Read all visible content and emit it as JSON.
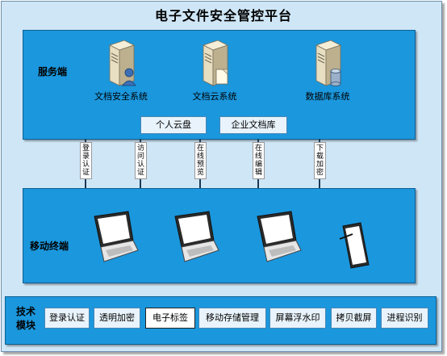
{
  "title": "电子文件安全管控平台",
  "server_panel": {
    "label": "服务端",
    "nodes": [
      {
        "label": "文档安全系统",
        "icon": "server-user-icon"
      },
      {
        "label": "文档云系统",
        "icon": "server-document-icon"
      },
      {
        "label": "数据库系统",
        "icon": "server-database-icon"
      }
    ],
    "sub_buttons": [
      "个人云盘",
      "企业文档库"
    ]
  },
  "connectors": [
    "登录认证",
    "访问认证",
    "在线预览",
    "在线编辑",
    "下载加密"
  ],
  "mobile_panel": {
    "label": "移动终端",
    "devices": [
      "laptop-icon",
      "laptop-icon",
      "laptop-icon",
      "tablet-icon"
    ]
  },
  "tech_panel": {
    "label": "技术模块",
    "items": [
      "登录认证",
      "透明加密",
      "电子标签",
      "移动存储管理",
      "屏幕浮水印",
      "拷贝截屏",
      "进程识别"
    ]
  },
  "colors": {
    "panel": "#1b97dd",
    "background": "#cfe6f6",
    "button": "#e8f3fb"
  }
}
